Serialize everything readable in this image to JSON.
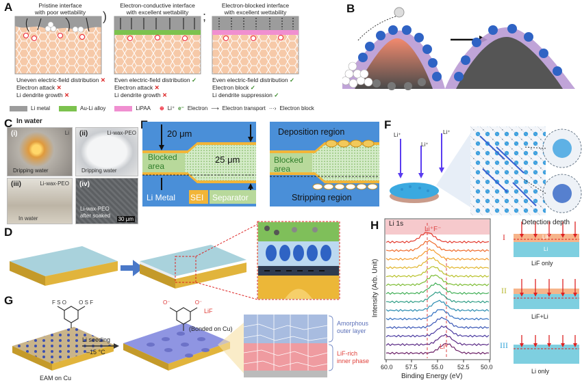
{
  "labels": [
    "A",
    "B",
    "C",
    "D",
    "E",
    "F",
    "G",
    "H"
  ],
  "panelA": {
    "columns": [
      {
        "title1": "Pristine interface",
        "title2": "with poor wettability",
        "notes": [
          "Uneven electric-field distribution",
          "Electron attack",
          "Li dendrite growth"
        ],
        "marks": [
          "cross",
          "cross",
          "cross"
        ]
      },
      {
        "title1": "Electron-conductive interface",
        "title2": "with excellent wettability",
        "notes": [
          "Even electric-field distribution",
          "Electron attack",
          "Li dendrite growth"
        ],
        "marks": [
          "check",
          "cross",
          "cross"
        ]
      },
      {
        "title1": "Electron-blocked interface",
        "title2": "with excellent wettability",
        "notes": [
          "Even electric-field distribution",
          "Electron block",
          "Li dendrite suppression"
        ],
        "marks": [
          "check",
          "check",
          "check"
        ]
      }
    ],
    "legend": {
      "li_metal": "Li metal",
      "au_li": "Au-Li alloy",
      "lipaa": "LiPAA",
      "li_ion": "Li⁺",
      "electron": "Electron",
      "transport": "Electron transport",
      "block": "Electron block",
      "e_symbol": "e⁻"
    },
    "colors": {
      "li_metal": "#9c9c9c",
      "au_li": "#7cc24e",
      "lipaa": "#f08fd0",
      "hex": "#f6c9a8"
    }
  },
  "panelC": {
    "title": "In water",
    "photos": [
      {
        "tag": "(i)",
        "caption": "Dripping water",
        "corner": "Li"
      },
      {
        "tag": "(ii)",
        "caption": "Dripping water",
        "corner": "Li-wax-PEO"
      },
      {
        "tag": "(iii)",
        "caption": "In water",
        "corner": "Li-wax-PEO"
      },
      {
        "tag": "(iv)",
        "caption1": "Li-wax-PEO",
        "caption2": "after soaked",
        "scale": "30 μm"
      }
    ]
  },
  "panelE": {
    "dim1": "20 μm",
    "dim2": "25 μm",
    "blocked1": "Blocked",
    "blocked2": "area",
    "legend": [
      "Li Metal",
      "SEI",
      "Separator"
    ],
    "deposition": "Deposition region",
    "stripping": "Stripping region"
  },
  "panelF": {
    "li": "Li⁺"
  },
  "panelG": {
    "f_label": "F",
    "o_label": "O",
    "s_label": "S",
    "o_minus": "O⁻",
    "lif": "LiF",
    "bonded": "(Bonded on Cu)",
    "seeding1": "Li seeding",
    "seeding2": "–15 °C",
    "eam": "EAM on Cu",
    "outer1": "Amorphous",
    "outer2": "outer layer",
    "inner1": "LiF-rich",
    "inner2": "inner phase"
  },
  "panelH": {
    "title": "Li 1s",
    "ylabel": "Intensity (Arb. Unit)",
    "xlabel": "Binding Energy (eV)",
    "peak1": "Li⁺F⁻",
    "peak2": "Li⁰",
    "xticks": [
      "60.0",
      "57.5",
      "55.0",
      "52.5",
      "50.0"
    ],
    "depth_title": "Detection depth",
    "depth": [
      {
        "roman": "I",
        "caption": "LiF only",
        "top": "LiF",
        "bottom": "Li"
      },
      {
        "roman": "II",
        "caption": "LiF+Li"
      },
      {
        "roman": "III",
        "caption": "Li only"
      }
    ],
    "trace_colors": [
      "#e33a2e",
      "#ef6a2a",
      "#f49b2c",
      "#e0b429",
      "#b8c12a",
      "#7cbc33",
      "#3fae54",
      "#2e9d86",
      "#2a8cb0",
      "#2f6fc1",
      "#3956b6",
      "#4a3aa0",
      "#5a2a86",
      "#6b1f66"
    ]
  }
}
